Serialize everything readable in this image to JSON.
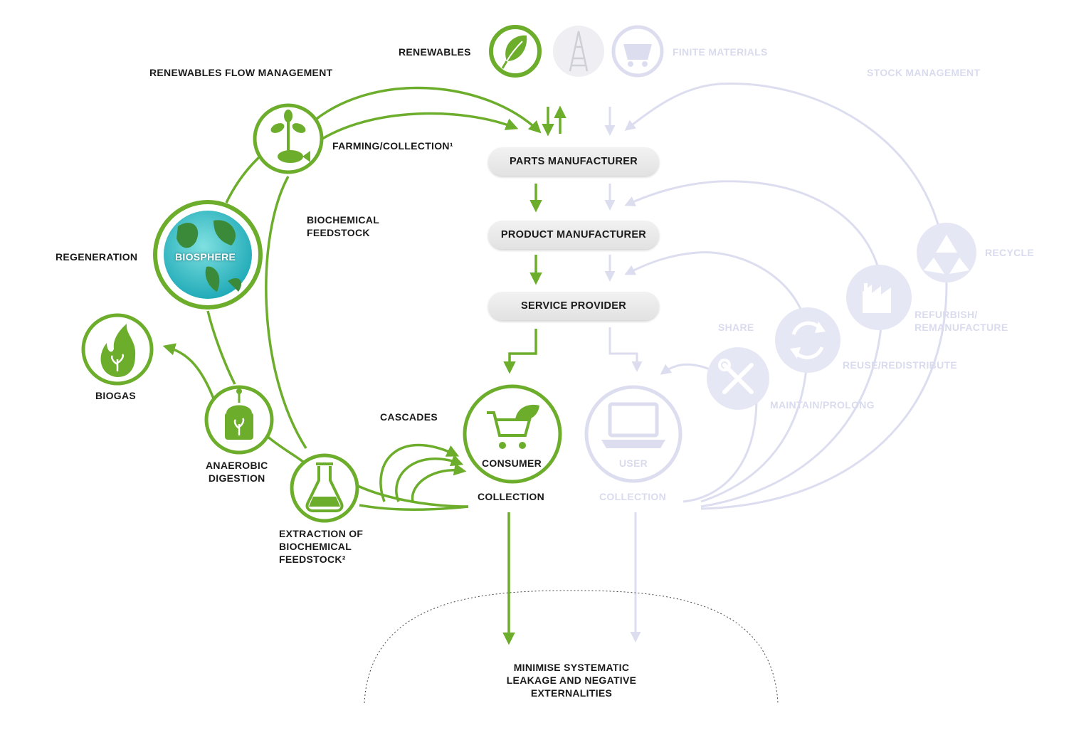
{
  "colors": {
    "green": "#6cad2b",
    "faded": "#dcdef0",
    "faded_fill": "#e6e7f4",
    "text": "#1a1a1a",
    "earth": "#3ec3c8"
  },
  "header": {
    "renewables": "RENEWABLES",
    "finite_materials": "FINITE MATERIALS",
    "renewables_flow_management": "RENEWABLES FLOW MANAGEMENT",
    "stock_management": "STOCK MANAGEMENT"
  },
  "biological": {
    "farming": "FARMING/COLLECTION¹",
    "biochemical_feedstock": [
      "BIOCHEMICAL",
      "FEEDSTOCK"
    ],
    "regeneration": "REGENERATION",
    "biosphere": "BIOSPHERE",
    "biogas": "BIOGAS",
    "anaerobic": [
      "ANAEROBIC",
      "DIGESTION"
    ],
    "extraction": [
      "EXTRACTION OF",
      "BIOCHEMICAL",
      "FEEDSTOCK²"
    ],
    "cascades": "CASCADES",
    "consumer": "CONSUMER",
    "collection": "COLLECTION"
  },
  "chain": {
    "parts": "PARTS MANUFACTURER",
    "product": "PRODUCT MANUFACTURER",
    "service": "SERVICE PROVIDER"
  },
  "technical": {
    "recycle": "RECYCLE",
    "refurbish": [
      "REFURBISH/",
      "REMANUFACTURE"
    ],
    "share": "SHARE",
    "reuse": "REUSE/REDISTRIBUTE",
    "maintain": "MAINTAIN/PROLONG",
    "user": "USER",
    "collection": "COLLECTION"
  },
  "footer": [
    "MINIMISE SYSTEMATIC",
    "LEAKAGE AND NEGATIVE",
    "EXTERNALITIES"
  ],
  "icons": [
    "leaf-plug-icon",
    "oil-derrick-icon",
    "mine-cart-icon",
    "plant-fish-icon",
    "globe-icon",
    "flame-icon",
    "digester-icon",
    "flask-icon",
    "cart-leaf-icon",
    "laptop-icon",
    "wrench-screwdriver-icon",
    "cycle-arrows-icon",
    "factory-icon",
    "recycle-icon"
  ]
}
